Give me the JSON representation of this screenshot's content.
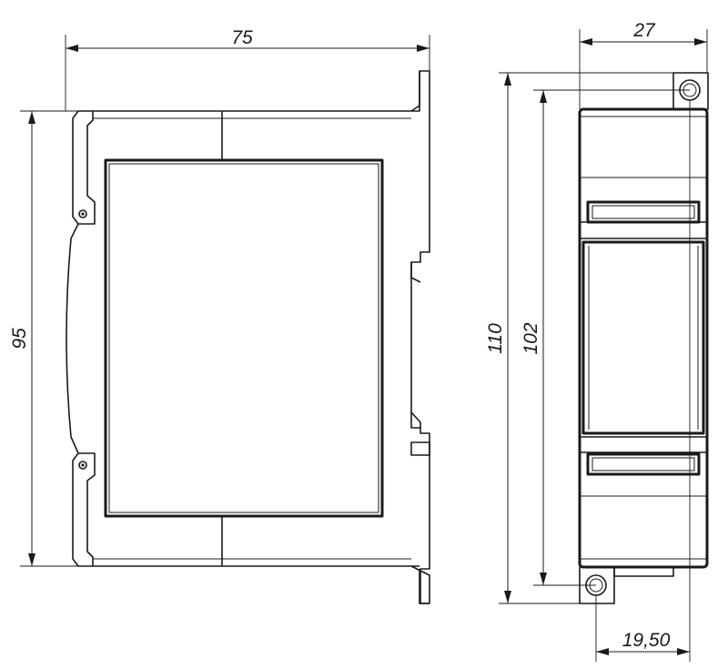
{
  "dimensions": {
    "front_width": "75",
    "front_height": "95",
    "side_width": "27",
    "side_total_height": "110",
    "side_body_height": "102",
    "side_hole_spacing": "19,50"
  },
  "colors": {
    "stroke": "#1a1a1a",
    "background": "#ffffff"
  }
}
